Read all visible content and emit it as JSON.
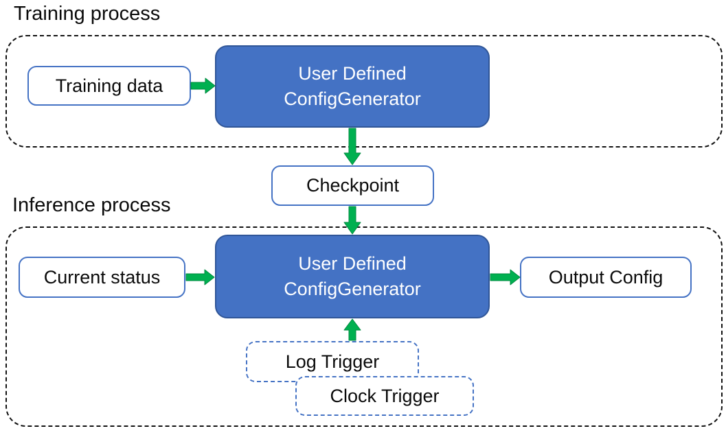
{
  "colors": {
    "generator_fill": "#4472C4",
    "generator_border": "#2F5597",
    "white_box_border": "#4472C4",
    "trigger_border": "#4472C4",
    "arrow_green": "#00B050",
    "container_dash": "#111111",
    "text_dark": "#0A0A0A",
    "text_light": "#FFFFFF"
  },
  "training": {
    "label": "Training process",
    "input_box": "Training data",
    "generator_line1": "User Defined",
    "generator_line2": "ConfigGenerator"
  },
  "checkpoint": {
    "label": "Checkpoint"
  },
  "inference": {
    "label": "Inference process",
    "input_box": "Current status",
    "generator_line1": "User Defined",
    "generator_line2": "ConfigGenerator",
    "output_box": "Output Config",
    "log_trigger": "Log Trigger",
    "clock_trigger": "Clock Trigger"
  },
  "arrows": [
    {
      "id": "training-data-to-generator",
      "from": "Training data",
      "to": "User Defined ConfigGenerator (training)",
      "direction": "right"
    },
    {
      "id": "generator-to-checkpoint",
      "from": "User Defined ConfigGenerator (training)",
      "to": "Checkpoint",
      "direction": "down"
    },
    {
      "id": "checkpoint-to-generator",
      "from": "Checkpoint",
      "to": "User Defined ConfigGenerator (inference)",
      "direction": "down"
    },
    {
      "id": "current-status-to-generator",
      "from": "Current status",
      "to": "User Defined ConfigGenerator (inference)",
      "direction": "right"
    },
    {
      "id": "generator-to-output-config",
      "from": "User Defined ConfigGenerator (inference)",
      "to": "Output Config",
      "direction": "right"
    },
    {
      "id": "triggers-to-generator",
      "from": "Log Trigger / Clock Trigger",
      "to": "User Defined ConfigGenerator (inference)",
      "direction": "up"
    }
  ]
}
